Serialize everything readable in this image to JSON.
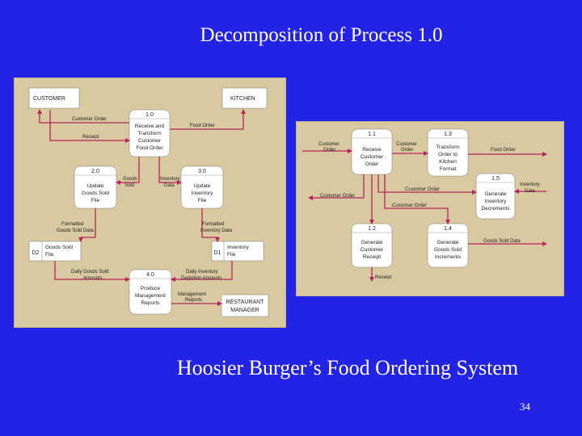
{
  "slide": {
    "title": "Decomposition of Process 1.0",
    "caption": "Hoosier Burger’s Food Ordering System",
    "page_number": "34"
  },
  "colors": {
    "background": "#2323e6",
    "panel": "#d8c9a1",
    "flow": "#b8235a",
    "box": "#ffffff"
  },
  "left_diagram": {
    "entities": {
      "customer": "CUSTOMER",
      "kitchen": "KITCHEN",
      "restaurant_manager_1": "RESTAURANT",
      "restaurant_manager_2": "MANAGER"
    },
    "process_1": {
      "id": "1.0",
      "lines": [
        "Receive and",
        "Transform",
        "Customer",
        "Food Order"
      ]
    },
    "process_2": {
      "id": "2.0",
      "lines": [
        "Update",
        "Goods Sold",
        "File"
      ]
    },
    "process_3": {
      "id": "3.0",
      "lines": [
        "Update",
        "Inventory",
        "File"
      ]
    },
    "process_4": {
      "id": "4.0",
      "lines": [
        "Produce",
        "Management",
        "Reports"
      ]
    },
    "store_d2": {
      "id": "D2",
      "lines": [
        "Goods Sold",
        "File"
      ]
    },
    "store_d1": {
      "id": "D1",
      "lines": [
        "Inventory",
        "File"
      ]
    },
    "flows": {
      "customer_order": "Customer Order",
      "receipt": "Receipt",
      "food_order": "Food Order",
      "goods_sold_1": "Goods",
      "goods_sold_2": "Sold",
      "inventory_data_1": "Inventory",
      "inventory_data_2": "Data",
      "formatted_goods_1": "Formatted",
      "formatted_goods_2": "Goods Sold Data",
      "formatted_inv_1": "Formatted",
      "formatted_inv_2": "Inventory Data",
      "daily_goods_1": "Daily Goods Sold",
      "daily_goods_2": "Amounts",
      "daily_inv_1": "Daily Inventory",
      "daily_inv_2": "Depletion Amounts",
      "mgmt_reports_1": "Management",
      "mgmt_reports_2": "Reports"
    }
  },
  "right_diagram": {
    "process_11": {
      "id": "1.1",
      "lines": [
        "Receive",
        "Customer",
        "Order"
      ]
    },
    "process_13": {
      "id": "1.3",
      "lines": [
        "Transform",
        "Order to",
        "Kitchen",
        "Format"
      ]
    },
    "process_15": {
      "id": "1.5",
      "lines": [
        "Generate",
        "Inventory",
        "Decrements"
      ]
    },
    "process_12": {
      "id": "1.2",
      "lines": [
        "Generate",
        "Customer",
        "Receipt"
      ]
    },
    "process_14": {
      "id": "1.4",
      "lines": [
        "Generate",
        "Goods Sold",
        "Increments"
      ]
    },
    "flows": {
      "customer_order_in_1": "Customer",
      "customer_order_in_2": "Order",
      "customer_order_mid_1": "Customer",
      "customer_order_mid_2": "Order",
      "food_order": "Food Order",
      "inventory_data_1": "Inventory",
      "inventory_data_2": "Data",
      "customer_order_a": "Customer Order",
      "customer_order_b": "Customer Order",
      "customer_order_c": "Customer Order",
      "goods_sold_data": "Goods Sold Data",
      "receipt": "Receipt"
    }
  }
}
